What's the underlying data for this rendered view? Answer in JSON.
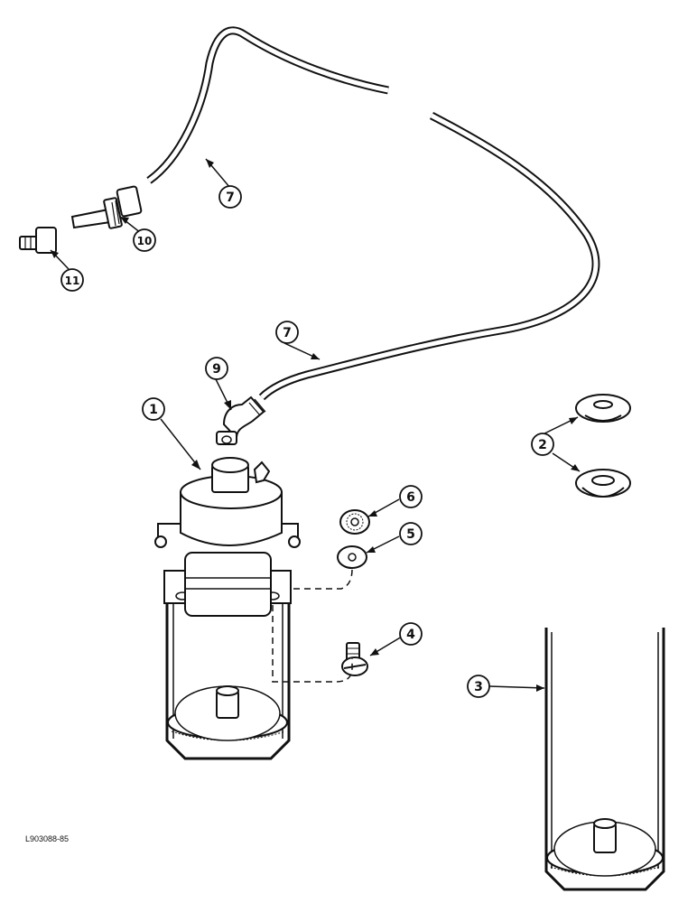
{
  "figure_code": "L903088-85",
  "callouts": [
    {
      "id": "callout-1",
      "label": "1"
    },
    {
      "id": "callout-2",
      "label": "2"
    },
    {
      "id": "callout-3",
      "label": "3"
    },
    {
      "id": "callout-4",
      "label": "4"
    },
    {
      "id": "callout-5",
      "label": "5"
    },
    {
      "id": "callout-6",
      "label": "6"
    },
    {
      "id": "callout-7a",
      "label": "7"
    },
    {
      "id": "callout-7b",
      "label": "7"
    },
    {
      "id": "callout-9",
      "label": "9"
    },
    {
      "id": "callout-10",
      "label": "10"
    },
    {
      "id": "callout-11",
      "label": "11"
    }
  ]
}
